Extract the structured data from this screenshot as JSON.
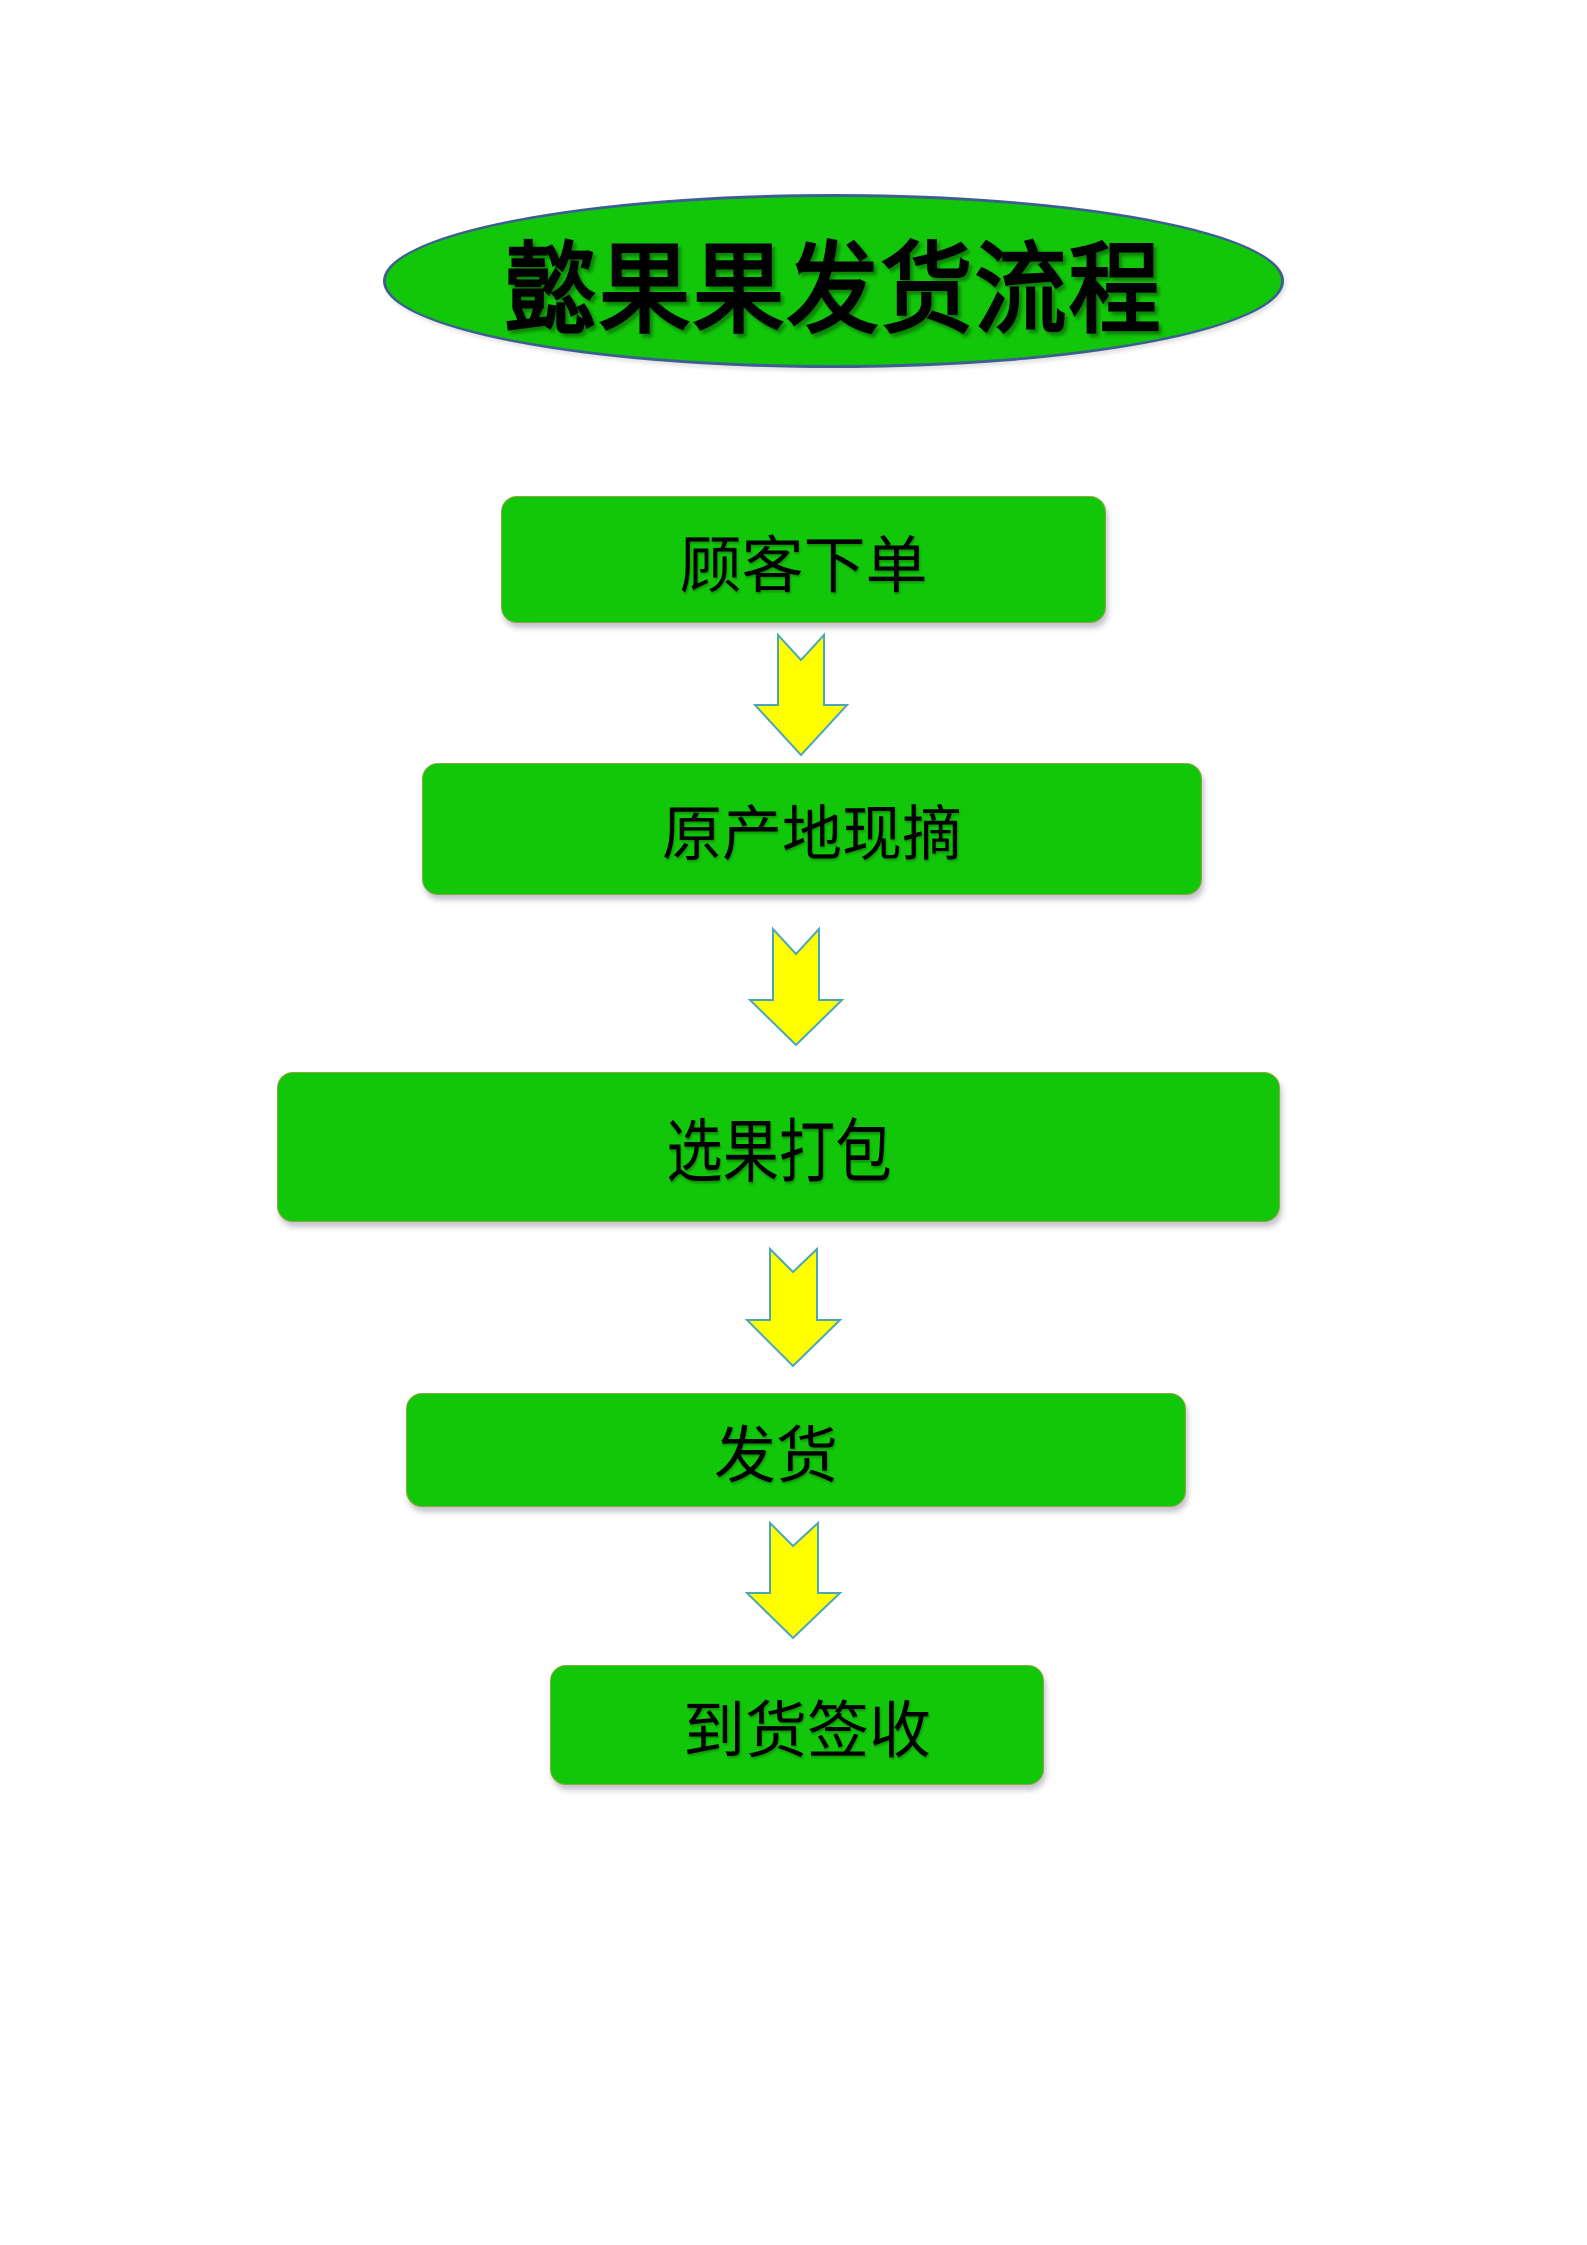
{
  "title": "懿果果发货流程",
  "colors": {
    "box_fill": "#12c70a",
    "title_border": "#3d5f8f",
    "arrow_fill": "#ffff00",
    "arrow_stroke": "#4aa6b8",
    "text": "#000000"
  },
  "steps": [
    {
      "label": "顾客下单"
    },
    {
      "label": "原产地现摘"
    },
    {
      "label": "选果打包"
    },
    {
      "label": "发货"
    },
    {
      "label": "到货签收"
    }
  ],
  "arrows": [
    {
      "direction": "down",
      "icon": "notched-down-arrow"
    },
    {
      "direction": "down",
      "icon": "notched-down-arrow"
    },
    {
      "direction": "down",
      "icon": "notched-down-arrow"
    },
    {
      "direction": "down",
      "icon": "notched-down-arrow"
    }
  ]
}
